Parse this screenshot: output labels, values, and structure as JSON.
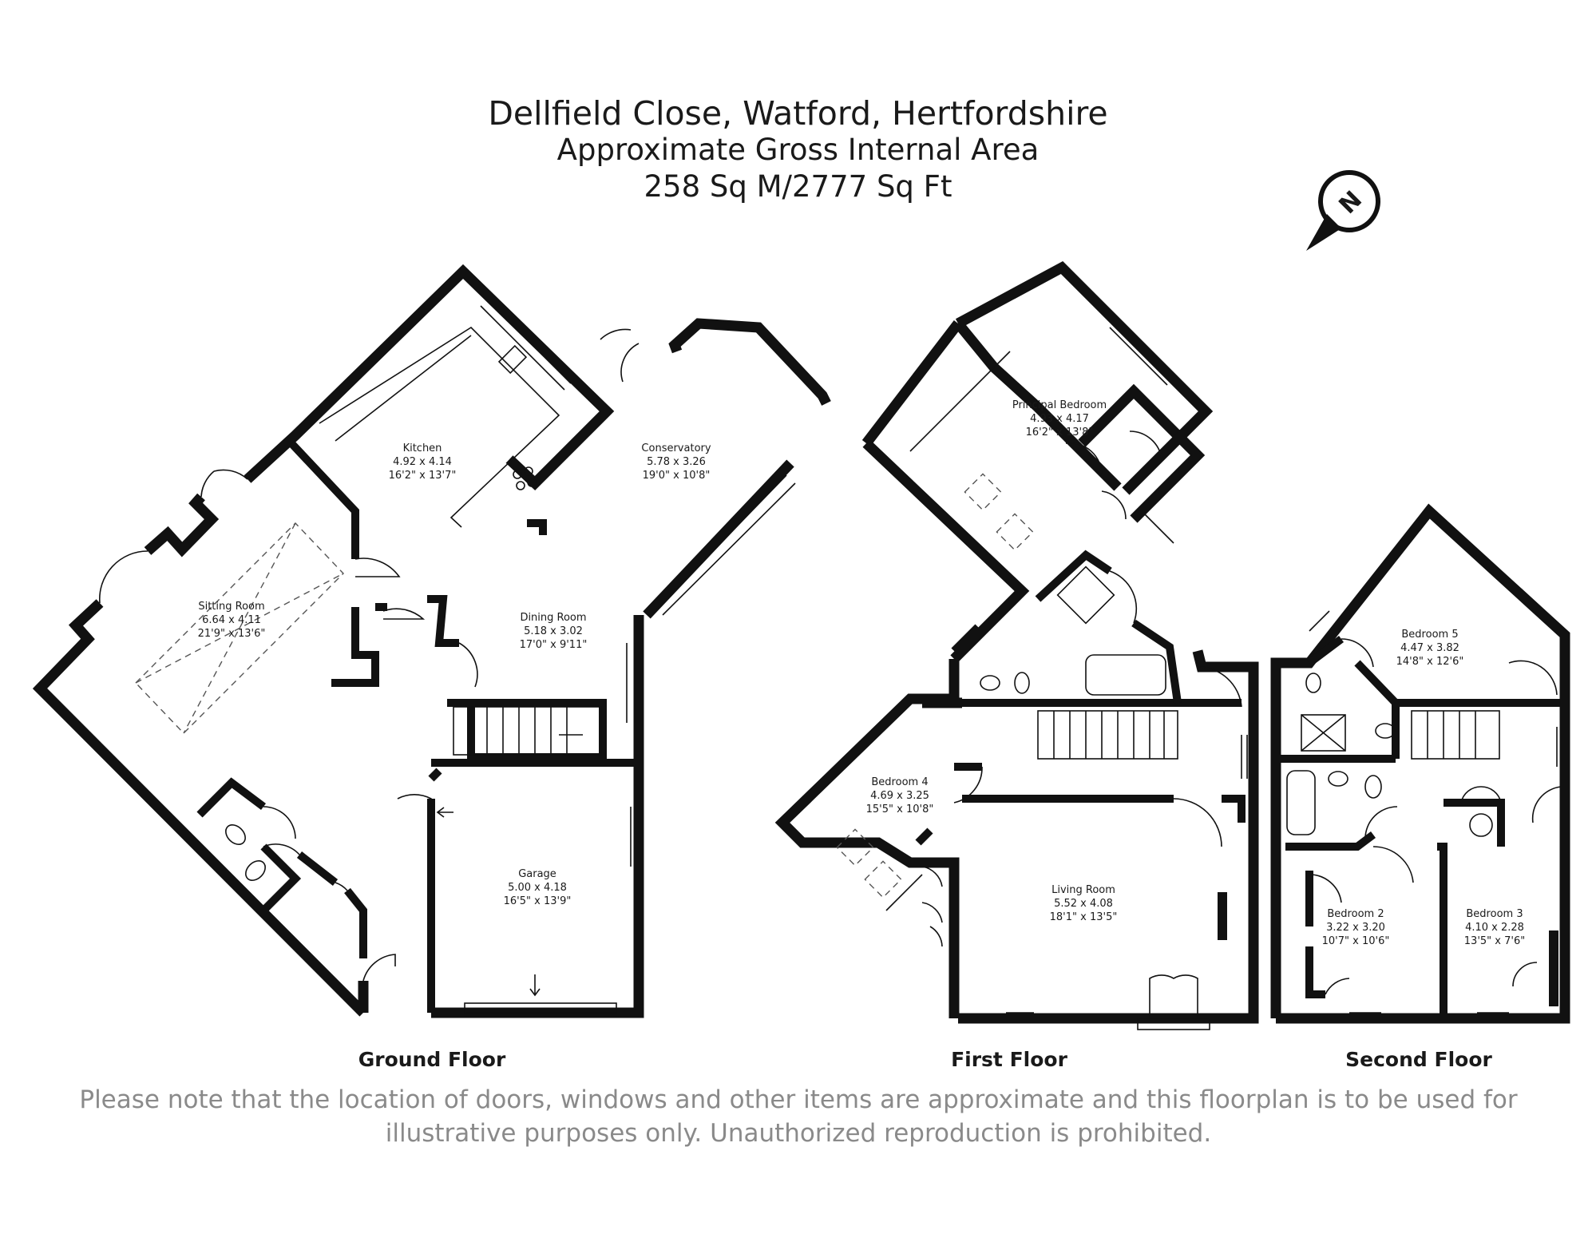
{
  "header": {
    "address": "Dellfield Close, Watford, Hertfordshire",
    "area_caption": "Approximate Gross Internal Area",
    "area_value": "258 Sq M/2777 Sq Ft"
  },
  "compass": {
    "letter": "N"
  },
  "floors": {
    "ground": {
      "label": "Ground Floor",
      "rooms": {
        "kitchen": {
          "name": "Kitchen",
          "metric": "4.92 x 4.14",
          "imperial": "16'2\" x 13'7\""
        },
        "conservatory": {
          "name": "Conservatory",
          "metric": "5.78 x 3.26",
          "imperial": "19'0\" x 10'8\""
        },
        "sitting": {
          "name": "Sitting Room",
          "metric": "6.64 x 4.11",
          "imperial": "21'9\" x 13'6\""
        },
        "dining": {
          "name": "Dining Room",
          "metric": "5.18 x 3.02",
          "imperial": "17'0\" x 9'11\""
        },
        "garage": {
          "name": "Garage",
          "metric": "5.00 x 4.18",
          "imperial": "16'5\" x 13'9\""
        }
      }
    },
    "first": {
      "label": "First Floor",
      "rooms": {
        "principal": {
          "name": "Principal Bedroom",
          "metric": "4.93 x 4.17",
          "imperial": "16'2\" x 13'8\""
        },
        "bedroom4": {
          "name": "Bedroom 4",
          "metric": "4.69 x 3.25",
          "imperial": "15'5\" x 10'8\""
        },
        "living": {
          "name": "Living Room",
          "metric": "5.52 x 4.08",
          "imperial": "18'1\" x 13'5\""
        }
      }
    },
    "second": {
      "label": "Second Floor",
      "rooms": {
        "bedroom5": {
          "name": "Bedroom 5",
          "metric": "4.47 x 3.82",
          "imperial": "14'8\" x 12'6\""
        },
        "bedroom2": {
          "name": "Bedroom 2",
          "metric": "3.22 x 3.20",
          "imperial": "10'7\" x 10'6\""
        },
        "bedroom3": {
          "name": "Bedroom 3",
          "metric": "4.10 x 2.28",
          "imperial": "13'5\" x 7'6\""
        }
      }
    }
  },
  "disclaimer": "Please note that the location of doors, windows and other items are approximate and this floorplan is to be used for illustrative purposes only. Unauthorized reproduction is prohibited."
}
